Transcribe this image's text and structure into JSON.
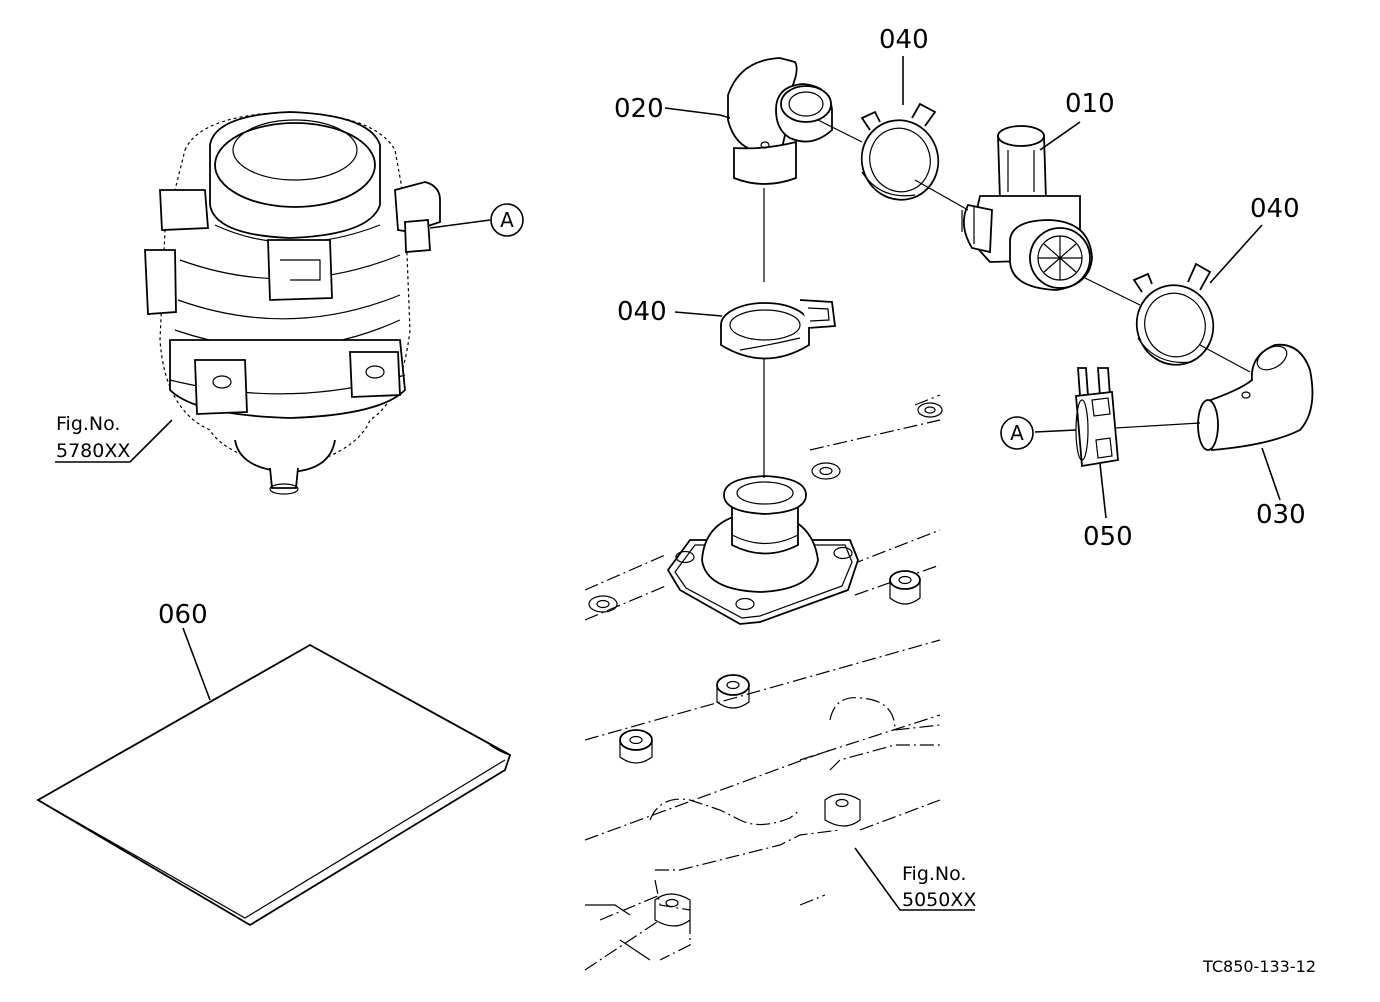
{
  "diagram": {
    "parts": [
      {
        "id": "010",
        "label": "010"
      },
      {
        "id": "020",
        "label": "020"
      },
      {
        "id": "030",
        "label": "030"
      },
      {
        "id": "040a",
        "label": "040"
      },
      {
        "id": "040b",
        "label": "040"
      },
      {
        "id": "040c",
        "label": "040"
      },
      {
        "id": "050",
        "label": "050"
      },
      {
        "id": "060",
        "label": "060"
      }
    ],
    "references": [
      {
        "line1": "Fig.No.",
        "line2": "5780XX"
      },
      {
        "line1": "Fig.No.",
        "line2": "5050XX"
      }
    ],
    "callout_markers": [
      "A",
      "A"
    ],
    "drawing_code": "TC850-133-12"
  }
}
